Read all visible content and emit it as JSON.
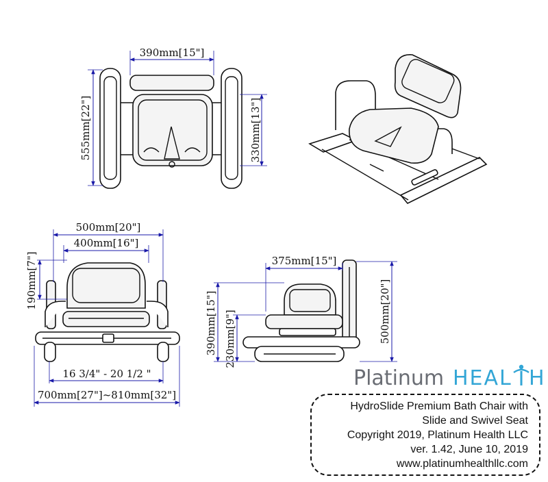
{
  "dimensions": {
    "top_width": "390mm[15\"]",
    "top_depth": "555mm[22\"]",
    "top_seat_depth": "330mm[13\"]",
    "front_outer_width": "500mm[20\"]",
    "front_inner_width": "400mm[16\"]",
    "front_back_height": "190mm[7\"]",
    "front_adjust_inches": "16 3/4\" - 20 1/2 \"",
    "front_overall_width": "700mm[27\"]~810mm[32\"]",
    "side_seat_depth": "375mm[15\"]",
    "side_seat_height": "390mm[15\"]",
    "side_frame_height": "230mm[9\"]",
    "side_overall_height": "500mm[20\"]"
  },
  "brand": {
    "platinum": "Platinum",
    "health": "HEAL",
    "health_end": "H"
  },
  "info": {
    "line1": "HydroSlide Premium Bath Chair with",
    "line2": "Slide and Swivel Seat",
    "line3": "Copyright 2019, Platinum Health LLC",
    "line4": "ver. 1.42, June 10, 2019",
    "line5": "www.platinumhealthllc.com"
  }
}
